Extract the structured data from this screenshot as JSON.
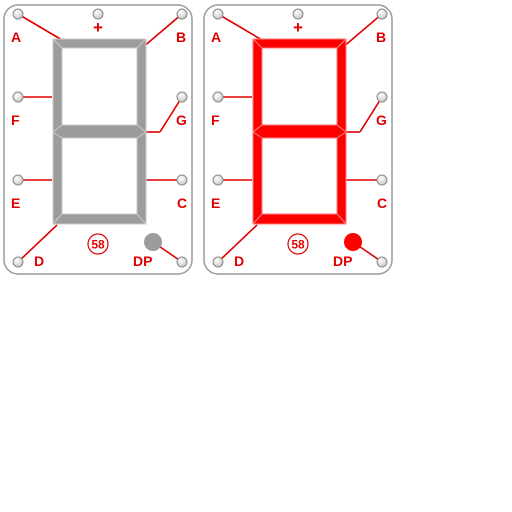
{
  "components": [
    {
      "id": "off",
      "segment_color": "#9c9c9c",
      "segment_edge": "#c8c8c8",
      "dp_color": "#9c9c9c",
      "badge": "58",
      "pins": {
        "plus": "+",
        "a": "A",
        "b": "B",
        "c": "C",
        "d": "D",
        "e": "E",
        "f": "F",
        "g": "G",
        "dp": "DP"
      }
    },
    {
      "id": "on",
      "segment_color": "#ff0000",
      "segment_edge": "#ff7a7a",
      "dp_color": "#ff0000",
      "badge": "58",
      "pins": {
        "plus": "+",
        "a": "A",
        "b": "B",
        "c": "C",
        "d": "D",
        "e": "E",
        "f": "F",
        "g": "G",
        "dp": "DP"
      }
    }
  ],
  "colors": {
    "wire": "#e00000",
    "label": "#e00000",
    "board": "#ffffff",
    "board_border": "#9a9a9a",
    "pin_fill": "#e6e6e6",
    "pin_stroke": "#8a8a8a"
  }
}
